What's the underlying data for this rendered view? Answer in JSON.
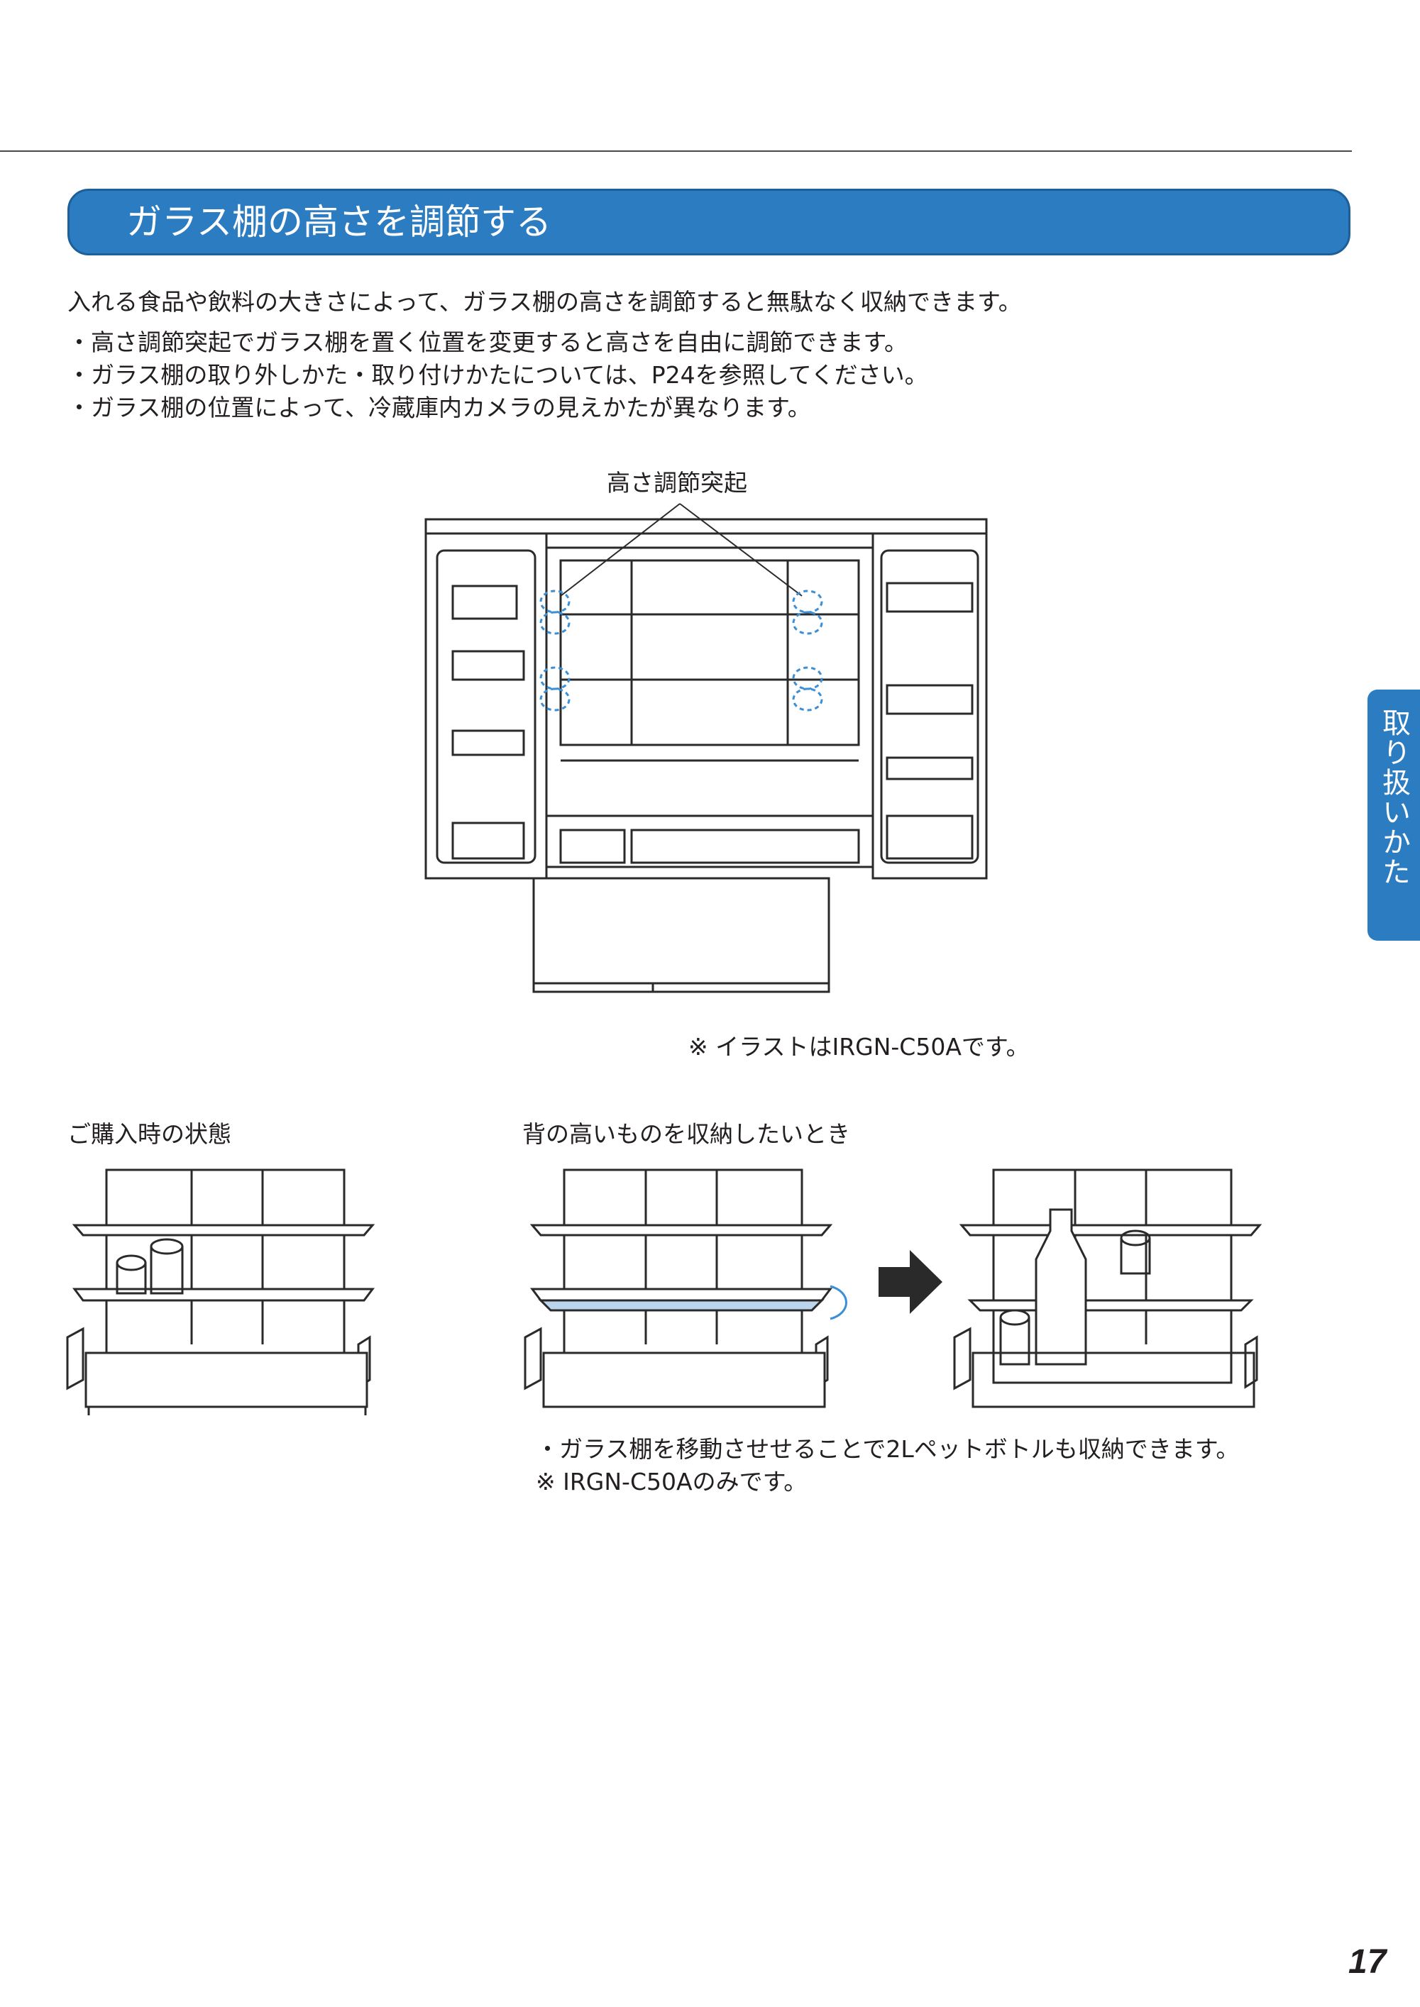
{
  "section": {
    "title": "ガラス棚の高さを調節する"
  },
  "intro": "入れる食品や飲料の大きさによって、ガラス棚の高さを調節すると無駄なく収納できます。",
  "bullets": [
    "高さ調節突起でガラス棚を置く位置を変更すると高さを自由に調節できます。",
    "ガラス棚の取り外しかた・取り付けかたについては、P24を参照してください。",
    "ガラス棚の位置によって、冷蔵庫内カメラの見えかたが異なります。"
  ],
  "figure_main": {
    "callout": "高さ調節突起",
    "note": "※ イラストはIRGN-C50Aです。"
  },
  "figure_purchase": {
    "caption": "ご購入時の状態"
  },
  "figure_tall": {
    "caption": "背の高いものを収納したいとき",
    "bullet": "ガラス棚を移動させせることで2Lペットボトルも収納できます。",
    "note": "※ IRGN-C50Aのみです。"
  },
  "side_tab": "取り扱いかた",
  "page_number": "17",
  "colors": {
    "accent": "#2b7cc0",
    "callout_ring": "#3a8fd6",
    "shelf_highlight": "#bcd4ee"
  }
}
